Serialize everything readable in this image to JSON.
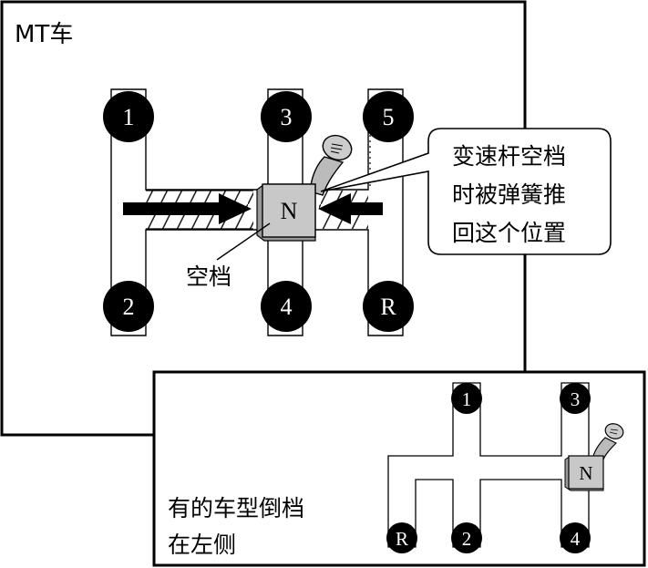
{
  "main_panel": {
    "title": "MT车",
    "gears": [
      "1",
      "3",
      "5",
      "2",
      "4",
      "R"
    ],
    "neutral_label": "N",
    "neutral_caption": "空档",
    "callout_lines": [
      "变速杆空档",
      "时被弹簧推",
      "回这个位置"
    ]
  },
  "inset_panel": {
    "caption_lines": [
      "有的车型倒档",
      "在左侧"
    ],
    "gears": [
      "1",
      "3",
      "R",
      "2",
      "4"
    ],
    "neutral_label": "N"
  }
}
